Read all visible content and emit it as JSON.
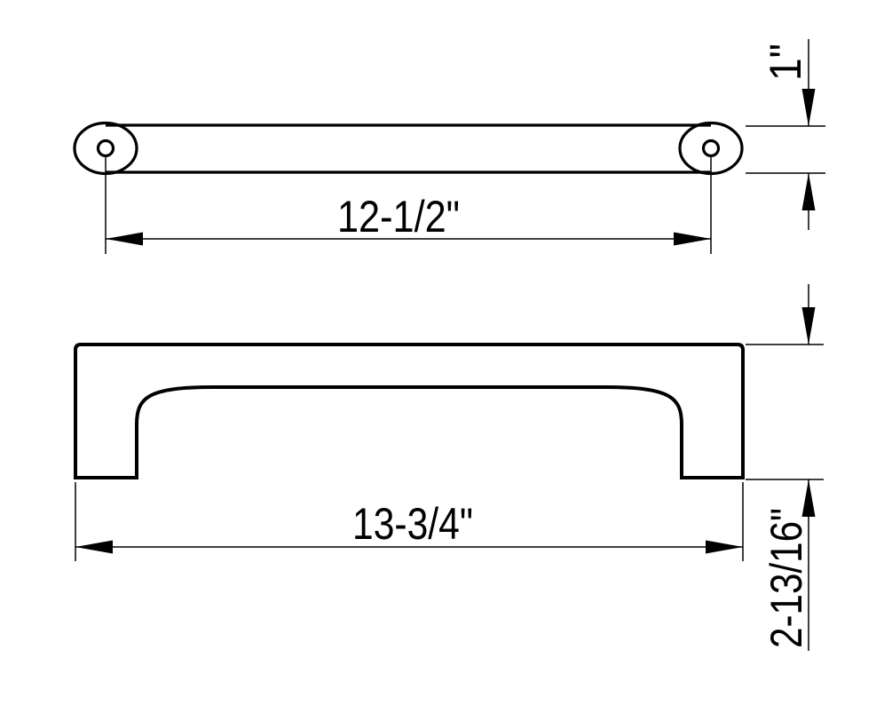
{
  "page": {
    "background_color": "#ffffff",
    "line_color": "#000000",
    "description": "Technical dimension drawing of a cabinet pull handle, top view and front view"
  },
  "drawing": {
    "views": {
      "top_view": "handle bar seen from above with two mounting holes",
      "front_view": "handle profile with two feet and recessed grip area"
    },
    "dimensions": {
      "center_to_center": "12-1/2\"",
      "bar_width": "1\"",
      "overall_length": "13-3/4\"",
      "overall_projection": "2-13/16\""
    }
  }
}
